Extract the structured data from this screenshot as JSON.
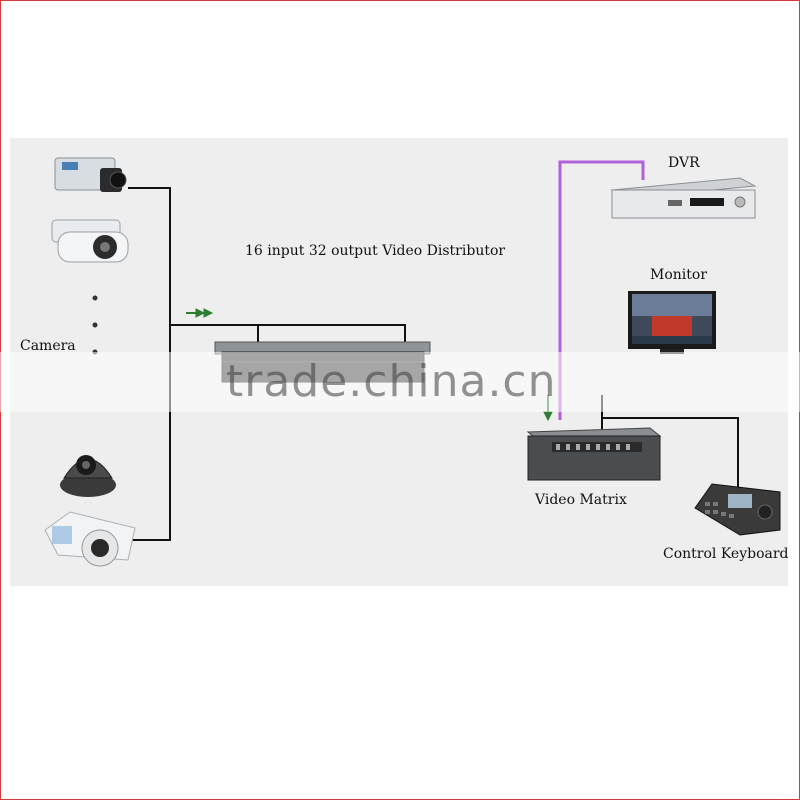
{
  "labels": {
    "distributor": "16 input 32 output Video Distributor",
    "camera": "Camera",
    "dvr": "DVR",
    "monitor": "Monitor",
    "matrix": "Video Matrix",
    "keyboard": "Control Keyboard"
  },
  "watermark": "trade.china.cn",
  "colors": {
    "line": "#111111",
    "dvr_line": "#b060d8",
    "arrow": "#2e7d32",
    "border": "#d63a3a"
  }
}
